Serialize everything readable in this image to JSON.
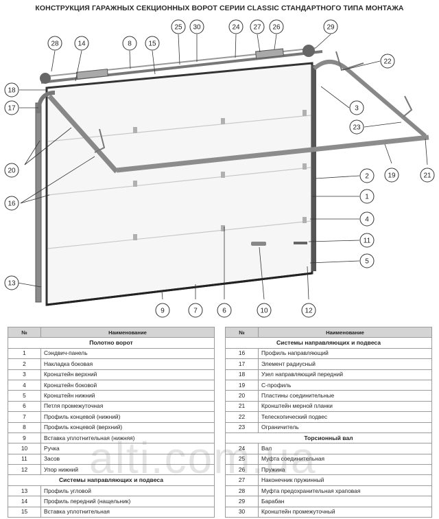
{
  "title": "КОНСТРУКЦИЯ ГАРАЖНЫХ СЕКЦИОННЫХ ВОРОТ СЕРИИ CLASSIC СТАНДАРТНОГО ТИПА МОНТАЖА",
  "callouts": [
    "1",
    "2",
    "3",
    "4",
    "5",
    "6",
    "7",
    "8",
    "9",
    "10",
    "11",
    "12",
    "13",
    "14",
    "15",
    "16",
    "17",
    "18",
    "19",
    "20",
    "21",
    "22",
    "23",
    "24",
    "25",
    "26",
    "27",
    "28",
    "29",
    "30"
  ],
  "tables": {
    "left": {
      "header": {
        "num": "№",
        "name": "Наименование"
      },
      "rows": [
        {
          "section": "Полотно ворот"
        },
        {
          "num": "1",
          "name": "Сэндвич-панель"
        },
        {
          "num": "2",
          "name": "Накладка боковая"
        },
        {
          "num": "3",
          "name": "Кронштейн верхний"
        },
        {
          "num": "4",
          "name": "Кронштейн боковой"
        },
        {
          "num": "5",
          "name": "Кронштейн нижний"
        },
        {
          "num": "6",
          "name": "Петля промежуточная"
        },
        {
          "num": "7",
          "name": "Профиль концевой (нижний)"
        },
        {
          "num": "8",
          "name": "Профиль концевой (верхний)"
        },
        {
          "num": "9",
          "name": "Вставка уплотнительная (нижняя)"
        },
        {
          "num": "10",
          "name": "Ручка"
        },
        {
          "num": "11",
          "name": "Засов"
        },
        {
          "num": "12",
          "name": "Упор нижний"
        },
        {
          "section": "Системы направляющих и подвеса"
        },
        {
          "num": "13",
          "name": "Профиль угловой"
        },
        {
          "num": "14",
          "name": "Профиль передний (нащельник)"
        },
        {
          "num": "15",
          "name": "Вставка уплотнительная"
        }
      ]
    },
    "right": {
      "header": {
        "num": "№",
        "name": "Наименование"
      },
      "rows": [
        {
          "section": "Системы направляющих и подвеса"
        },
        {
          "num": "16",
          "name": "Профиль направляющий"
        },
        {
          "num": "17",
          "name": "Элемент радиусный"
        },
        {
          "num": "18",
          "name": "Узел направляющий передний"
        },
        {
          "num": "19",
          "name": "С-профиль"
        },
        {
          "num": "20",
          "name": "Пластины соединительные"
        },
        {
          "num": "21",
          "name": "Кронштейн мерной планки"
        },
        {
          "num": "22",
          "name": "Телескопический подвес"
        },
        {
          "num": "23",
          "name": "Ограничитель"
        },
        {
          "section": "Торсионный вал"
        },
        {
          "num": "24",
          "name": "Вал"
        },
        {
          "num": "25",
          "name": "Муфта соединительная"
        },
        {
          "num": "26",
          "name": "Пружина"
        },
        {
          "num": "27",
          "name": "Наконечник пружинный"
        },
        {
          "num": "28",
          "name": "Муфта предохранительная храповая"
        },
        {
          "num": "29",
          "name": "Барабан"
        },
        {
          "num": "30",
          "name": "Кронштейн промежуточный"
        }
      ]
    }
  },
  "watermark": "alti.com.ua"
}
